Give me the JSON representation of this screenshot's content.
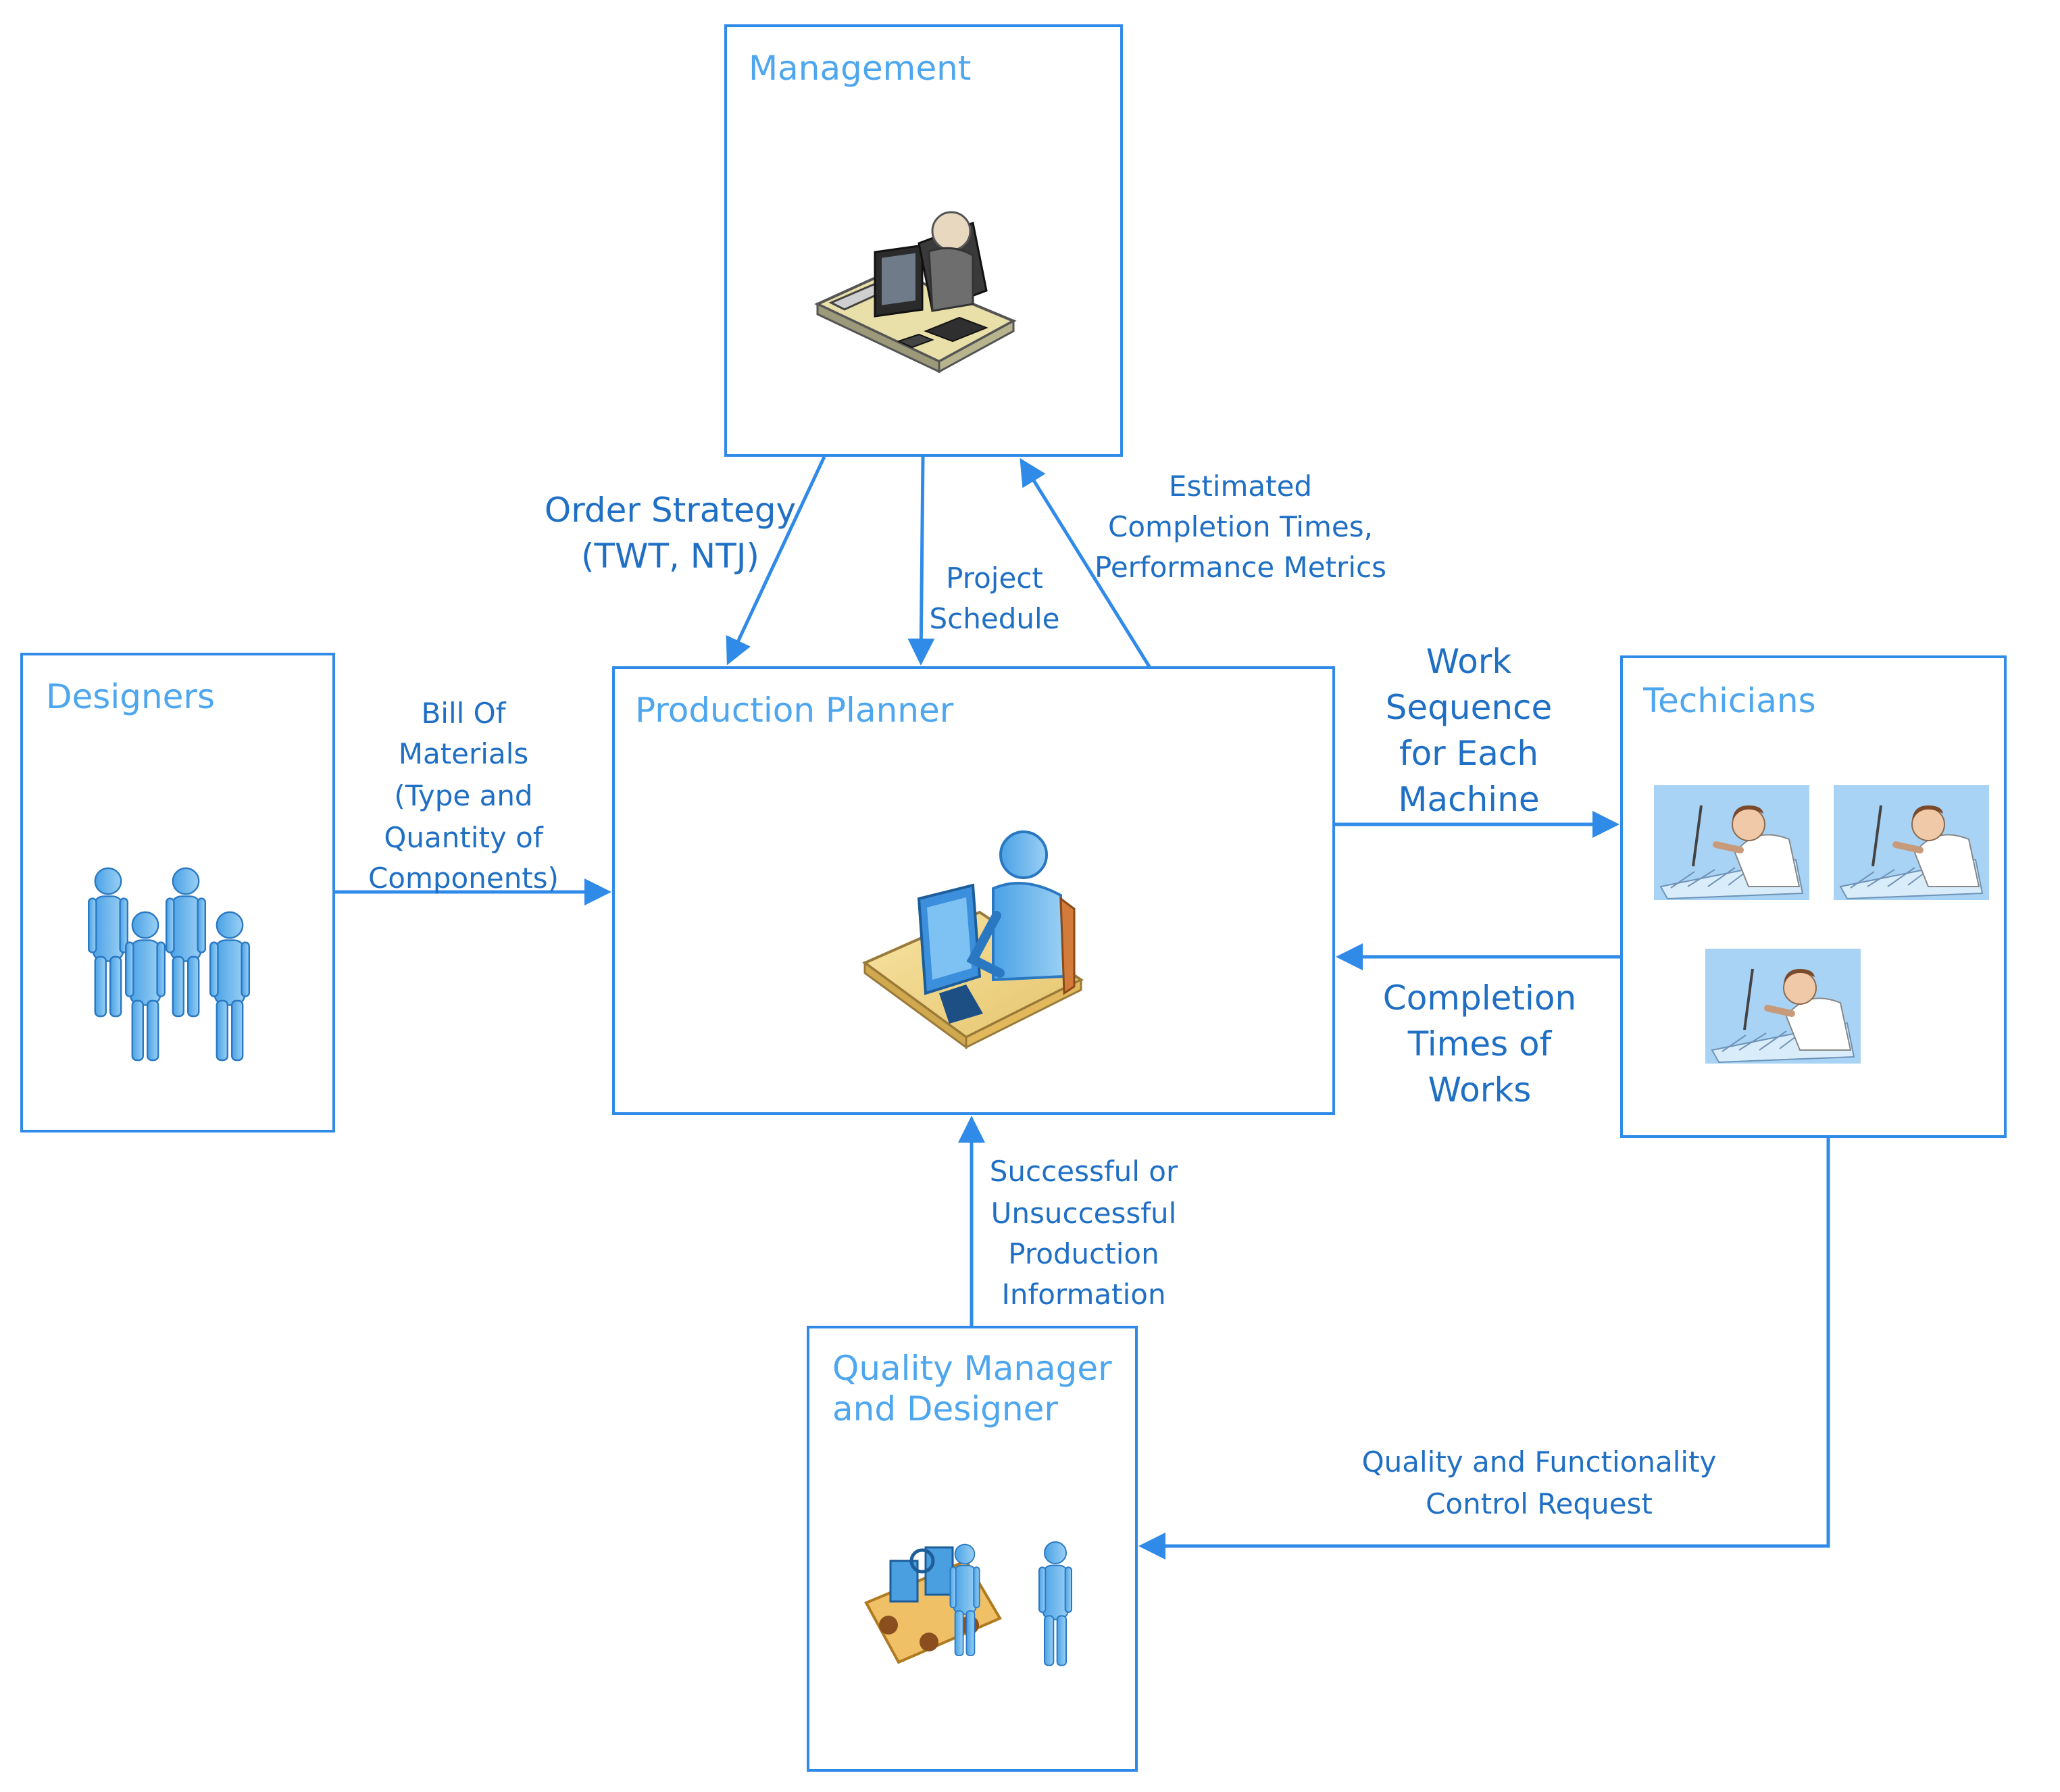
{
  "nodes": {
    "management": {
      "title": "Management",
      "icon": "manager-at-desk-icon"
    },
    "designers": {
      "title": "Designers",
      "icon": "people-group-icon"
    },
    "production_planner": {
      "title": "Production Planner",
      "icon": "planner-at-computer-icon"
    },
    "technicians": {
      "title": "Techicians",
      "icon": "technician-soldering-icon"
    },
    "quality_manager": {
      "title_line1": "Quality Manager",
      "title_line2": "and Designer",
      "icon": "quality-inspection-icon"
    }
  },
  "flows": {
    "order_strategy": {
      "line1": "Order Strategy",
      "line2": "(TWT, NTJ)"
    },
    "project_schedule": {
      "line1": "Project",
      "line2": "Schedule"
    },
    "estimated": {
      "line1": "Estimated",
      "line2": "Completion Times,",
      "line3": "Performance Metrics"
    },
    "bill_of_materials": {
      "line1": "Bill Of",
      "line2": "Materials",
      "line3": "(Type and",
      "line4": "Quantity of",
      "line5": "Components)"
    },
    "work_sequence": {
      "line1": "Work",
      "line2": "Sequence",
      "line3": "for Each",
      "line4": "Machine"
    },
    "completion_times": {
      "line1": "Completion",
      "line2": "Times of",
      "line3": "Works"
    },
    "production_info": {
      "line1": "Successful or",
      "line2": "Unsuccessful",
      "line3": "Production",
      "line4": "Information"
    },
    "quality_request": {
      "line1": "Quality and Functionality",
      "line2": "Control Request"
    }
  },
  "colors": {
    "accent": "#2f8ae8",
    "title_text": "#4ea6ee",
    "label_text": "#1f6fc4",
    "figure_blue": "#5fb3ec"
  }
}
